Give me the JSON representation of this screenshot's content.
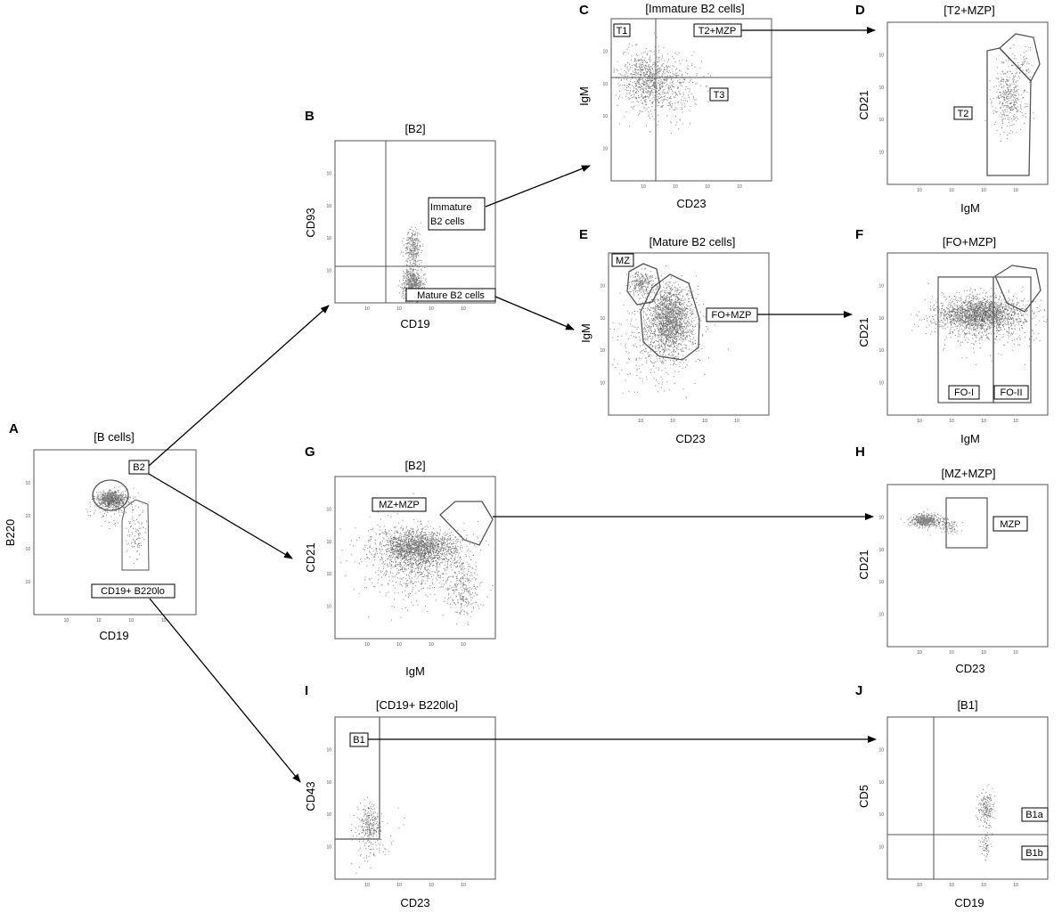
{
  "panels": {
    "A": {
      "letter": "A",
      "title": "[B cells]",
      "xlabel": "CD19",
      "ylabel": "B220",
      "gates": [
        "B2",
        "CD19+ B220lo"
      ]
    },
    "B": {
      "letter": "B",
      "title": "[B2]",
      "xlabel": "CD19",
      "ylabel": "CD93",
      "gates": [
        "Immature",
        "B2 cells",
        "Mature B2 cells"
      ]
    },
    "C": {
      "letter": "C",
      "title": "[Immature B2 cells]",
      "xlabel": "CD23",
      "ylabel": "IgM",
      "gates": [
        "T1",
        "T2+MZP",
        "T3"
      ]
    },
    "D": {
      "letter": "D",
      "title": "[T2+MZP]",
      "xlabel": "IgM",
      "ylabel": "CD21",
      "gates": [
        "T2"
      ]
    },
    "E": {
      "letter": "E",
      "title": "[Mature B2 cells]",
      "xlabel": "CD23",
      "ylabel": "IgM",
      "gates": [
        "MZ",
        "FO+MZP"
      ]
    },
    "F": {
      "letter": "F",
      "title": "[FO+MZP]",
      "xlabel": "IgM",
      "ylabel": "CD21",
      "gates": [
        "FO-I",
        "FO-II"
      ]
    },
    "G": {
      "letter": "G",
      "title": "[B2]",
      "xlabel": "IgM",
      "ylabel": "CD21",
      "gates": [
        "MZ+MZP"
      ]
    },
    "H": {
      "letter": "H",
      "title": "[MZ+MZP]",
      "xlabel": "CD23",
      "ylabel": "CD21",
      "gates": [
        "MZP"
      ]
    },
    "I": {
      "letter": "I",
      "title": "[CD19+ B220lo]",
      "xlabel": "CD23",
      "ylabel": "CD43",
      "gates": [
        "B1"
      ]
    },
    "J": {
      "letter": "J",
      "title": "[B1]",
      "xlabel": "CD19",
      "ylabel": "CD5",
      "gates": [
        "B1a",
        "B1b"
      ]
    }
  },
  "tick": "10"
}
